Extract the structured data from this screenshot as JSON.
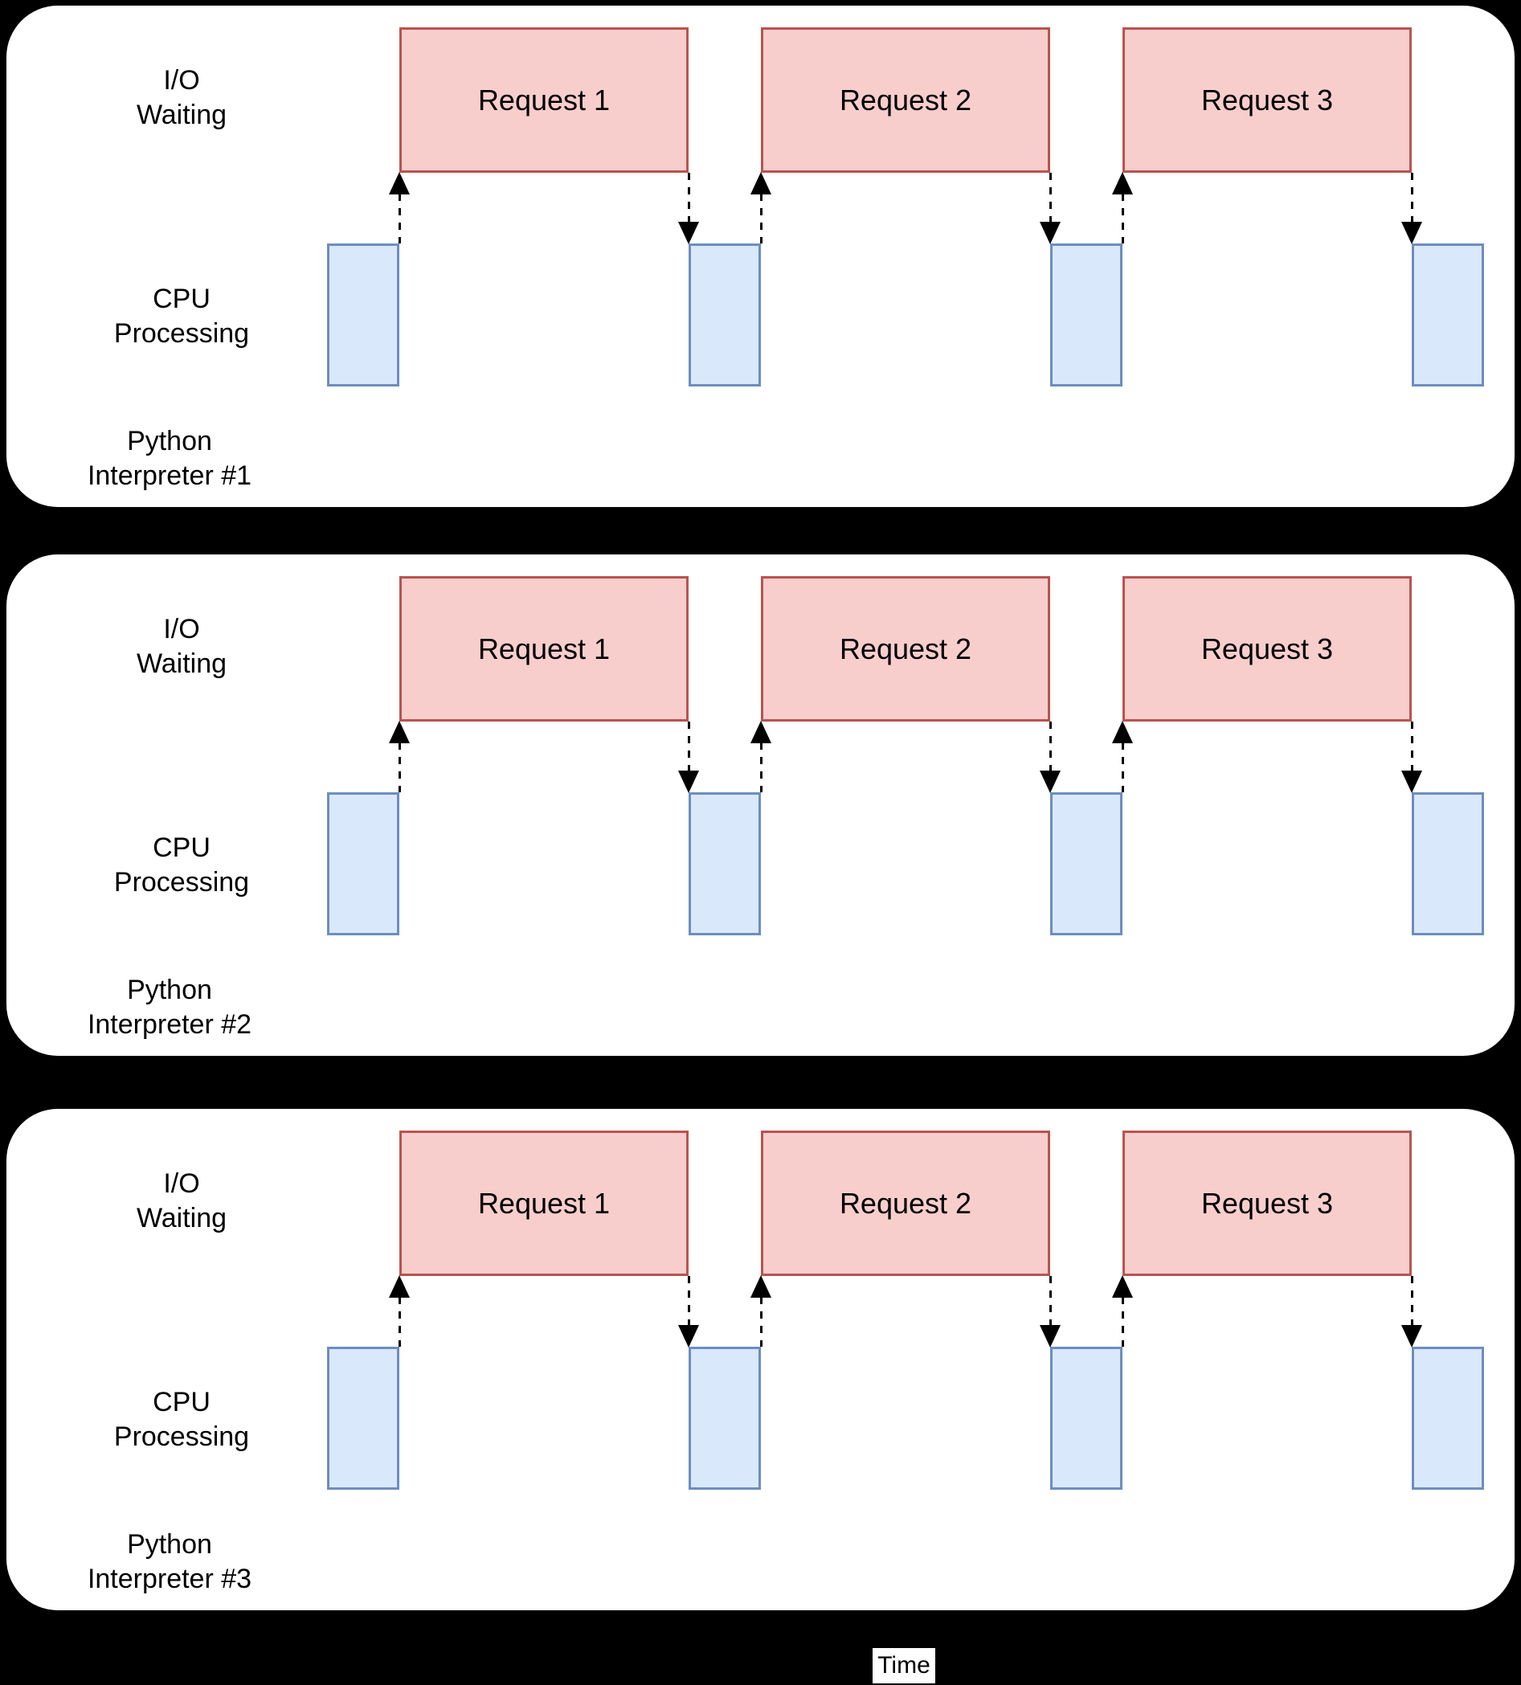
{
  "colors": {
    "background": "#000000",
    "panel_background": "#FFFFFF",
    "request_fill": "#F8CECC",
    "request_stroke": "#B85450",
    "cpu_fill": "#DAE8FC",
    "cpu_stroke": "#6C8EBF",
    "arrow": "#000000",
    "text": "#000000",
    "time_label_background": "#FFFFFF"
  },
  "panels": [
    {
      "io_label": [
        "I/O",
        "Waiting"
      ],
      "cpu_label": [
        "CPU",
        "Processing"
      ],
      "interpreter_label": [
        "Python",
        "Interpreter #1"
      ],
      "requests": [
        "Request 1",
        "Request 2",
        "Request 3"
      ]
    },
    {
      "io_label": [
        "I/O",
        "Waiting"
      ],
      "cpu_label": [
        "CPU",
        "Processing"
      ],
      "interpreter_label": [
        "Python",
        "Interpreter #2"
      ],
      "requests": [
        "Request 1",
        "Request 2",
        "Request 3"
      ]
    },
    {
      "io_label": [
        "I/O",
        "Waiting"
      ],
      "cpu_label": [
        "CPU",
        "Processing"
      ],
      "interpreter_label": [
        "Python",
        "Interpreter #3"
      ],
      "requests": [
        "Request 1",
        "Request 2",
        "Request 3"
      ]
    }
  ],
  "time_axis": {
    "label": "Time"
  }
}
